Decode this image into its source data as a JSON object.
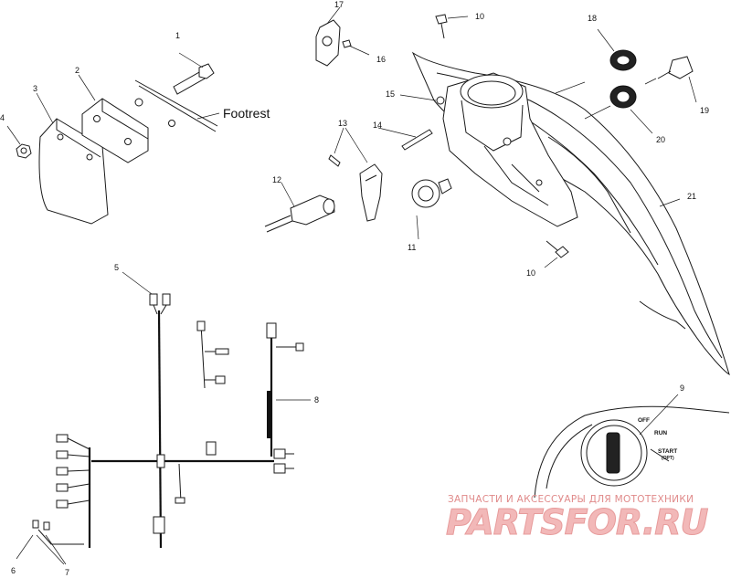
{
  "callouts": {
    "c1": "1",
    "c2": "2",
    "c3": "3",
    "c4": "4",
    "c5": "5",
    "c6": "6",
    "c7": "7",
    "c8": "8",
    "c9": "9",
    "c10a": "10",
    "c10b": "10",
    "c11": "11",
    "c12": "12",
    "c13": "13",
    "c14": "14",
    "c15": "15",
    "c16": "16",
    "c17": "17",
    "c18": "18",
    "c19": "19",
    "c20": "20",
    "c21": "21"
  },
  "labels": {
    "footrest": "Footrest"
  },
  "switch_positions": {
    "off": "OFF",
    "run": "RUN",
    "start": "START",
    "start_sub": "(OPT)"
  },
  "watermark": {
    "tagline": "ЗАПЧАСТИ И АКСЕССУАРЫ ДЛЯ МОТОТЕХНИКИ",
    "brand": "PARTSFOR.RU"
  }
}
